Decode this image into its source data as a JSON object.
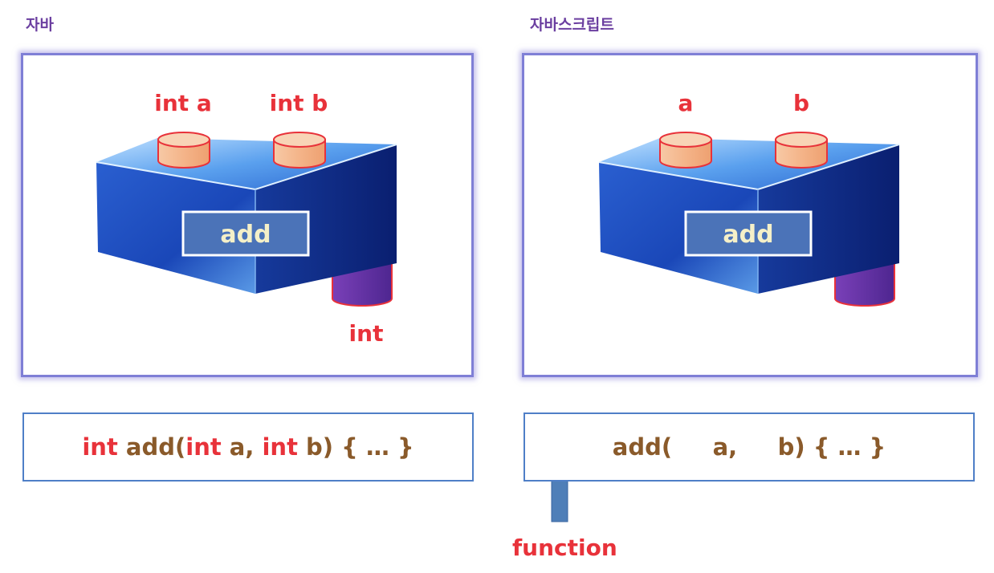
{
  "left": {
    "heading": "자바",
    "param_a_label": "int a",
    "param_b_label": "int b",
    "function_label": "add",
    "return_label": "int",
    "code": {
      "t1": "int",
      "t2": " add(",
      "t3": "int",
      "t4": " a, ",
      "t5": "int",
      "t6": " b) { … }"
    }
  },
  "right": {
    "heading": "자바스크립트",
    "param_a_label": "a",
    "param_b_label": "b",
    "function_label": "add",
    "code": "add(     a,     b) { … }"
  },
  "arrow_label": "function",
  "colors": {
    "label_red": "#e8323a",
    "code_brown": "#8a5a2a",
    "heading_purple": "#6b3fa0",
    "box_blue": "#1f4fb0",
    "input_peach": "#f5bf98",
    "output_purple": "#6a3aa8",
    "arrow_blue": "#4f7fb8"
  },
  "icons": [
    "input-cylinder-icon",
    "output-cylinder-icon",
    "function-block-icon",
    "up-arrow-icon"
  ]
}
